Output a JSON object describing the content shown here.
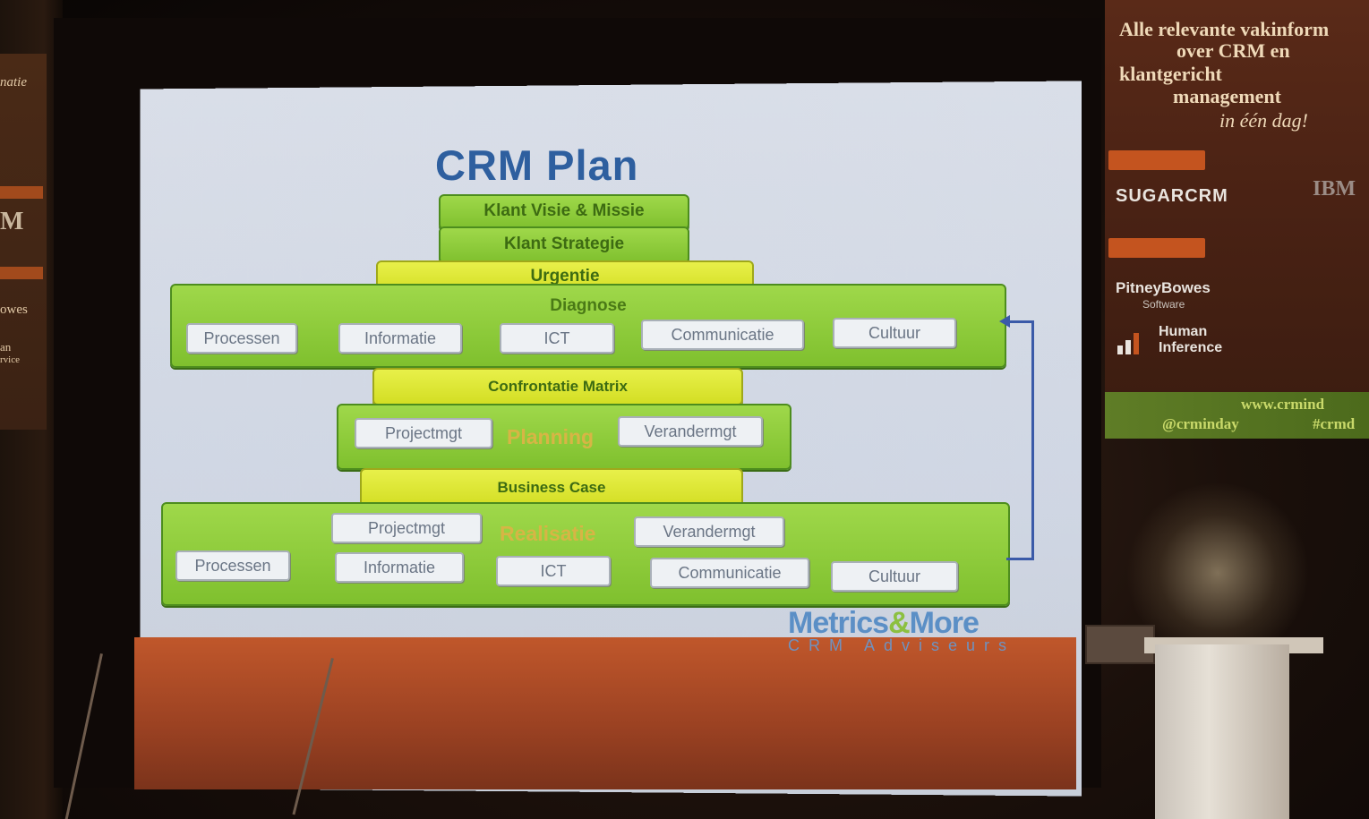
{
  "slide": {
    "title": "CRM Plan",
    "layers": {
      "vision": "Klant Visie & Missie",
      "strategy": "Klant Strategie",
      "urgency": "Urgentie",
      "diagnosis": "Diagnose",
      "matrix": "Confrontatie Matrix",
      "planning": "Planning",
      "business_case": "Business Case",
      "realisation": "Realisatie"
    },
    "diagnosis_items": [
      "Processen",
      "Informatie",
      "ICT",
      "Communicatie",
      "Cultuur"
    ],
    "planning_items": [
      "Projectmgt",
      "Verandermgt"
    ],
    "realisation_top_items": [
      "Projectmgt",
      "Verandermgt"
    ],
    "realisation_items": [
      "Processen",
      "Informatie",
      "ICT",
      "Communicatie",
      "Cultuur"
    ],
    "logo": {
      "name_part1": "Metrics",
      "ampersand": "&",
      "name_part2": "More",
      "tagline": "CRM Adviseurs"
    }
  },
  "right_banner": {
    "headline": [
      "Alle relevante vakinform",
      "over CRM en",
      "klantgericht",
      "management",
      "in één dag!"
    ],
    "sponsors": [
      "SUGARCRM",
      "IBM",
      "PitneyBowes",
      "Software",
      "Human",
      "Inference"
    ],
    "footer": [
      "www.crmind",
      "@crminday",
      "#crmd"
    ]
  },
  "left_banner": {
    "texts": [
      "natie",
      "M",
      "owes",
      "an",
      "rvice"
    ]
  },
  "colors": {
    "slide_blue": "#2e5f9f",
    "layer_green": "#8cc93a",
    "layer_yellow": "#dfe632",
    "banner_red": "#c4541f"
  }
}
